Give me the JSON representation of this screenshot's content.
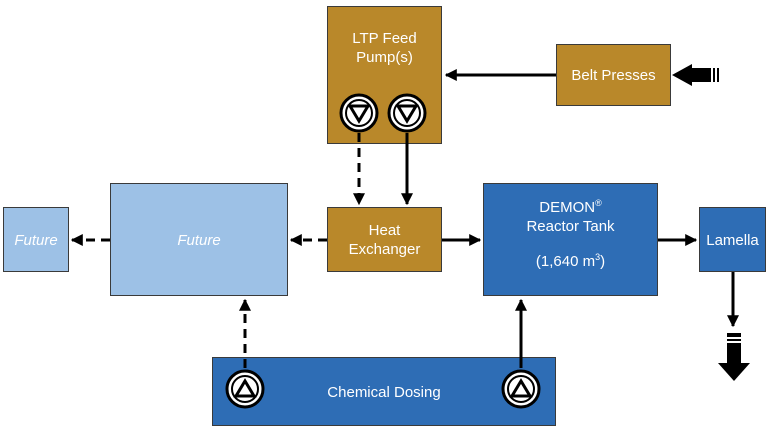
{
  "boxes": {
    "ltp_feed_pumps": {
      "line1": "LTP Feed",
      "line2": "Pump(s)"
    },
    "belt_presses": {
      "label": "Belt Presses"
    },
    "future_small": {
      "label": "Future"
    },
    "future_large": {
      "label": "Future"
    },
    "heat_exchanger": {
      "line1": "Heat",
      "line2": "Exchanger"
    },
    "demon_reactor": {
      "name": "DEMON",
      "reg": "®",
      "line2": "Reactor Tank",
      "volume": "(1,640 m",
      "volume_exp": "3",
      "volume_close": ")"
    },
    "lamella": {
      "label": "Lamella"
    },
    "chemical_dosing": {
      "label": "Chemical Dosing"
    }
  },
  "colors": {
    "gold": "#b9882a",
    "dark_blue": "#2e6db5",
    "light_blue": "#9dc1e6",
    "line": "#000000"
  },
  "icons": [
    "pump-down-icon",
    "pump-up-icon",
    "block-arrow-icon"
  ]
}
